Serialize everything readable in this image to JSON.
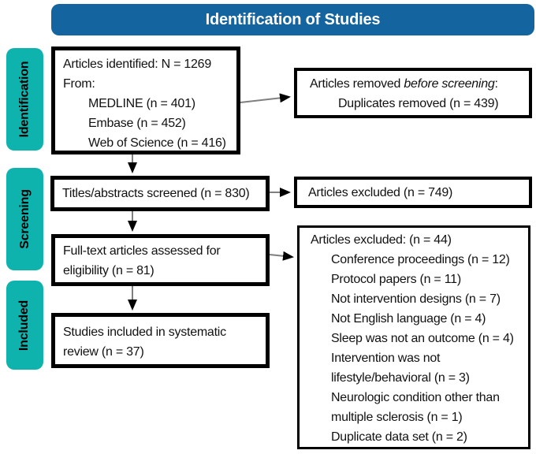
{
  "header": {
    "title": "Identification of Studies"
  },
  "sidebar": {
    "items": [
      {
        "label": "Identification"
      },
      {
        "label": "Screening"
      },
      {
        "label": "Included"
      }
    ]
  },
  "boxes": {
    "identified": {
      "line1": "Articles identified: N = 1269",
      "line2": "From:",
      "sources": [
        "MEDLINE (n = 401)",
        "Embase (n = 452)",
        "Web of Science (n = 416)"
      ]
    },
    "removed": {
      "prefix": "Articles removed ",
      "italic": "before screening",
      "suffix": ":",
      "detail": "Duplicates removed (n = 439)"
    },
    "screened": {
      "text": "Titles/abstracts screened (n = 830)"
    },
    "excluded_screening": {
      "text": "Articles excluded (n = 749)"
    },
    "fulltext": {
      "lines": [
        "Full-text articles assessed for",
        "eligibility (n = 81)"
      ]
    },
    "excluded_fulltext": {
      "title": "Articles excluded: (n = 44)",
      "reason_lines": [
        "Conference proceedings (n = 12)",
        "Protocol papers (n = 11)",
        "Not intervention designs (n = 7)",
        "Not English language (n = 4)",
        "Sleep was not an outcome (n = 4)",
        "Intervention was not",
        "lifestyle/behavioral (n = 3)",
        "Neurologic condition other than",
        "multiple sclerosis (n = 1)",
        "Duplicate data set (n = 2)"
      ]
    },
    "included": {
      "lines": [
        "Studies included in systematic",
        "review (n = 37)"
      ]
    }
  },
  "colors": {
    "header-blue": "#1464A0",
    "stage-teal": "#0FB3AE",
    "box-border": "#000000",
    "arrow-line": "#7F7F7F",
    "arrow-head": "#000000"
  }
}
